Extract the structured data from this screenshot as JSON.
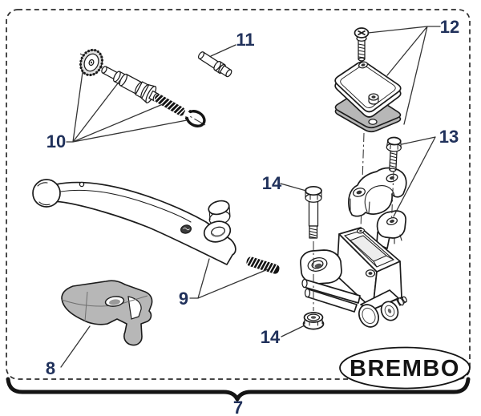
{
  "diagram": {
    "type": "exploded-parts-diagram",
    "brand_logo": "BREMBO",
    "callouts": [
      {
        "id": "7",
        "part": "master-cylinder-assembly"
      },
      {
        "id": "8",
        "part": "lever-boot"
      },
      {
        "id": "9",
        "part": "lever-with-return-spring"
      },
      {
        "id": "10",
        "part": "piston-repair-kit"
      },
      {
        "id": "11",
        "part": "pivot-pin"
      },
      {
        "id": "12",
        "part": "reservoir-cover-kit"
      },
      {
        "id": "13",
        "part": "handlebar-clamp-kit"
      },
      {
        "id": "14",
        "part": "pivot-bolt-and-nut"
      }
    ],
    "colors": {
      "label": "#20315b",
      "line": "#1c1c1c",
      "ink": "#141414",
      "shade_mid": "#b7b7b7",
      "shade_light": "#cbcbcb"
    }
  }
}
